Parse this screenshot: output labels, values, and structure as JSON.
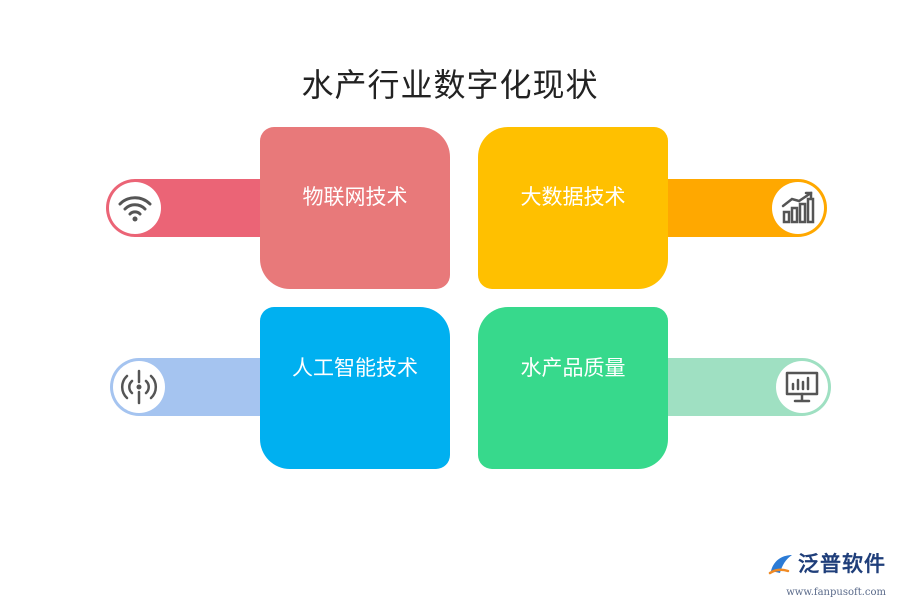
{
  "title": "水产行业数字化现状",
  "items": [
    {
      "label": "物联网技术",
      "icon": "wifi-icon",
      "card_color": "#e8797a",
      "tab_color": "#eb6476"
    },
    {
      "label": "大数据技术",
      "icon": "bar-chart-icon",
      "card_color": "#ffc000",
      "tab_color": "#ffa800"
    },
    {
      "label": "人工智能技术",
      "icon": "signal-broadcast-icon",
      "card_color": "#00b0f0",
      "tab_color": "#a5c4f0"
    },
    {
      "label": "水产品质量",
      "icon": "monitor-chart-icon",
      "card_color": "#37d98c",
      "tab_color": "#9fe0c2"
    }
  ],
  "logo": {
    "name": "泛普软件",
    "url": "www.fanpusoft.com"
  }
}
